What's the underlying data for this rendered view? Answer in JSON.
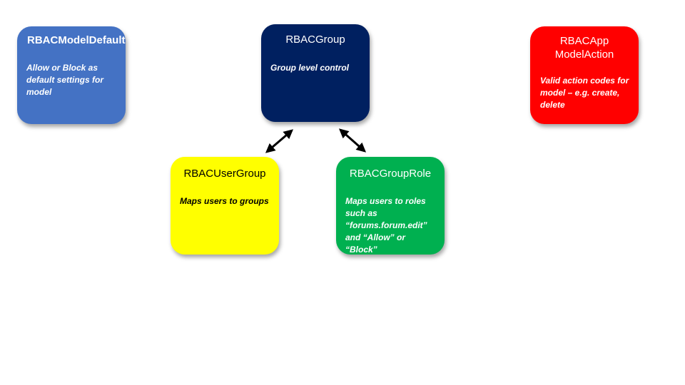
{
  "colors": {
    "model_default": "#4472C4",
    "group": "#002060",
    "app_model_action": "#FF0000",
    "user_group": "#FFFF00",
    "group_role": "#00B050",
    "text_light": "#FFFFFF",
    "text_dark": "#000000",
    "arrow": "#000000"
  },
  "boxes": {
    "model_default": {
      "title": "RBACModelDefault",
      "description": "Allow or Block as\ndefault settings for\nmodel"
    },
    "group": {
      "title": "RBACGroup",
      "description": "Group level control"
    },
    "app_model_action": {
      "title": "RBACApp\nModelAction",
      "description": "Valid action codes for\nmodel – e.g. create,\ndelete"
    },
    "user_group": {
      "title": "RBACUserGroup",
      "description": "Maps users to groups"
    },
    "group_role": {
      "title": "RBACGroupRole",
      "description": "Maps users to roles\nsuch as\n“forums.forum.edit”\nand “Allow” or\n“Block”"
    }
  },
  "connectors": [
    {
      "from": "group",
      "to": "user_group",
      "type": "bidirectional-arrow"
    },
    {
      "from": "group",
      "to": "group_role",
      "type": "bidirectional-arrow"
    }
  ]
}
